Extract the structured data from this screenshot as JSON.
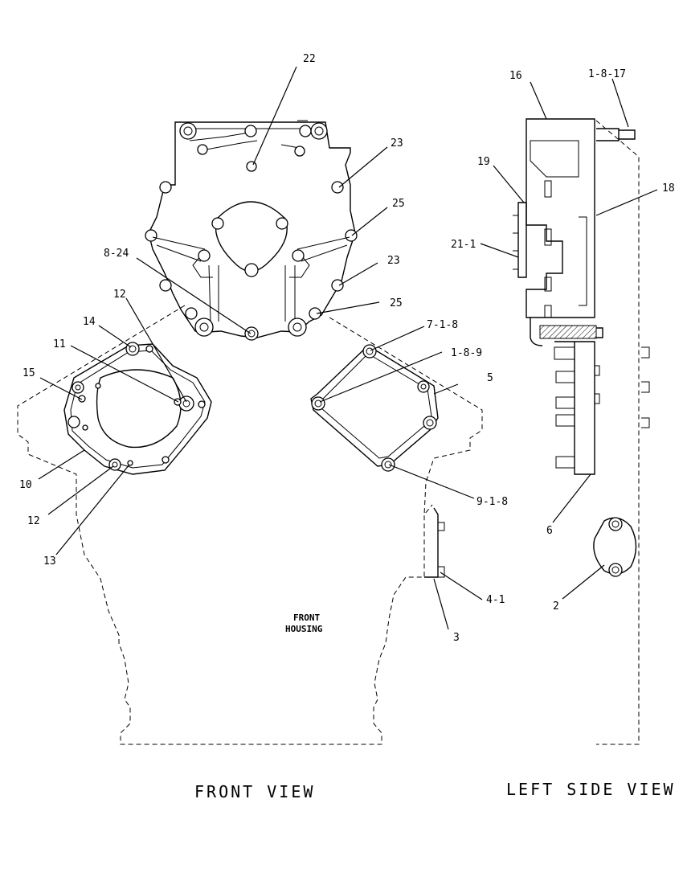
{
  "views": {
    "front": "FRONT VIEW",
    "left_side": "LEFT SIDE VIEW"
  },
  "housing_label": {
    "line1": "FRONT",
    "line2": "HOUSING"
  },
  "callouts": {
    "c22": "22",
    "c23a": "23",
    "c25a": "25",
    "c8_24": "8-24",
    "c23b": "23",
    "c25b": "25",
    "c12a": "12",
    "c14": "14",
    "c11": "11",
    "c15": "15",
    "c10": "10",
    "c12b": "12",
    "c13": "13",
    "c7_1_8": "7-1-8",
    "c1_8_9": "1-8-9",
    "c5": "5",
    "c9_1_8": "9-1-8",
    "c4_1": "4-1",
    "c3": "3",
    "c16": "16",
    "c1_8_17": "1-8-17",
    "c19": "19",
    "c18": "18",
    "c21_1": "21-1",
    "c6": "6",
    "c2": "2"
  }
}
